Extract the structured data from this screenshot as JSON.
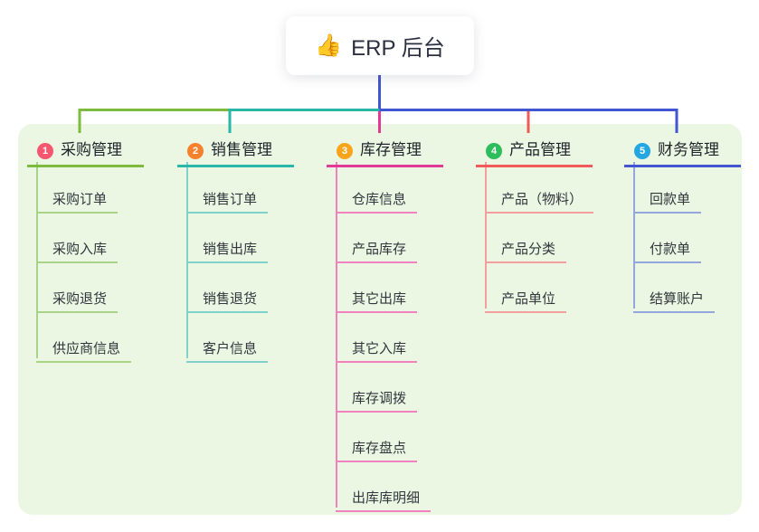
{
  "root": {
    "icon": "👍",
    "label": "ERP 后台"
  },
  "branches": [
    {
      "id": "1",
      "label": "采购管理",
      "badge_color": "#f8566f",
      "line_color": "#7eba3d",
      "child_color": "#a9d387",
      "children": [
        "采购订单",
        "采购入库",
        "采购退货",
        "供应商信息"
      ]
    },
    {
      "id": "2",
      "label": "销售管理",
      "badge_color": "#f8812e",
      "line_color": "#28b7a8",
      "child_color": "#7fd2c9",
      "children": [
        "销售订单",
        "销售出库",
        "销售退货",
        "客户信息"
      ]
    },
    {
      "id": "3",
      "label": "库存管理",
      "badge_color": "#f9a51b",
      "line_color": "#e23a97",
      "child_color": "#ef82bf",
      "children": [
        "仓库信息",
        "产品库存",
        "其它出库",
        "其它入库",
        "库存调拨",
        "库存盘点",
        "出库库明细"
      ]
    },
    {
      "id": "4",
      "label": "产品管理",
      "badge_color": "#2ebd5b",
      "line_color": "#f25a5a",
      "child_color": "#f49e9e",
      "children": [
        "产品（物料）",
        "产品分类",
        "产品单位"
      ]
    },
    {
      "id": "5",
      "label": "财务管理",
      "badge_color": "#22a7e0",
      "line_color": "#4356d2",
      "child_color": "#93a7dc",
      "children": [
        "回款单",
        "付款单",
        "结算账户"
      ]
    }
  ],
  "colors": {
    "panel_bg": "#ebf6e3",
    "root_stem": "#4356d2"
  }
}
